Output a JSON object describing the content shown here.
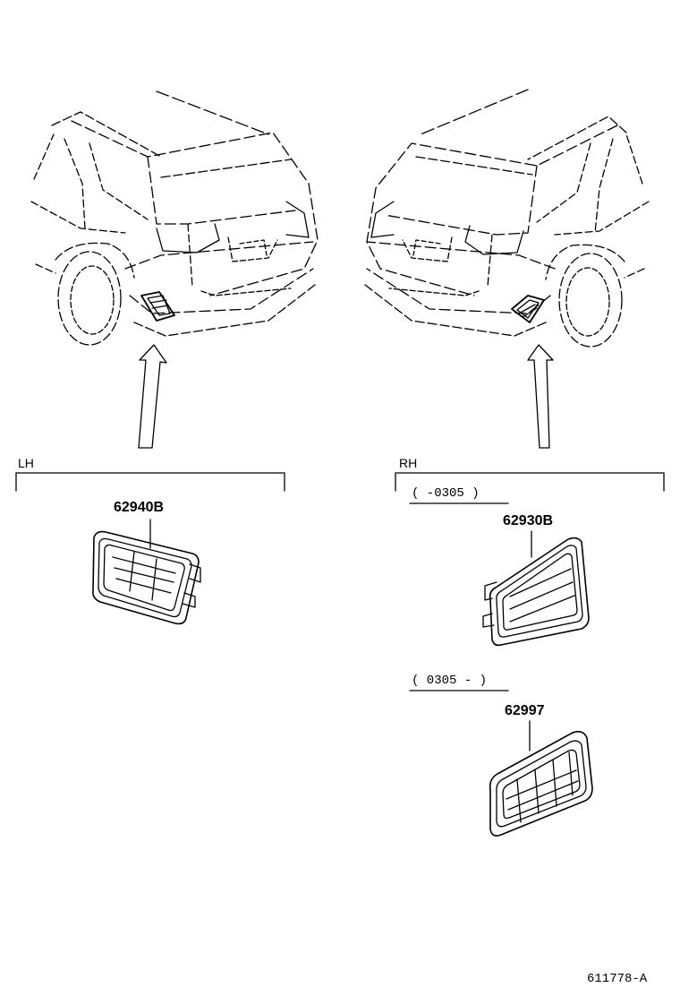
{
  "labels": {
    "lh": "LH",
    "rh": "RH",
    "part_lh": "62940B",
    "part_rh_a": "62930B",
    "part_rh_b": "62997",
    "range_a": "(          -0305 )",
    "range_b": "( 0305 -           )",
    "figure_id": "611778-A"
  }
}
